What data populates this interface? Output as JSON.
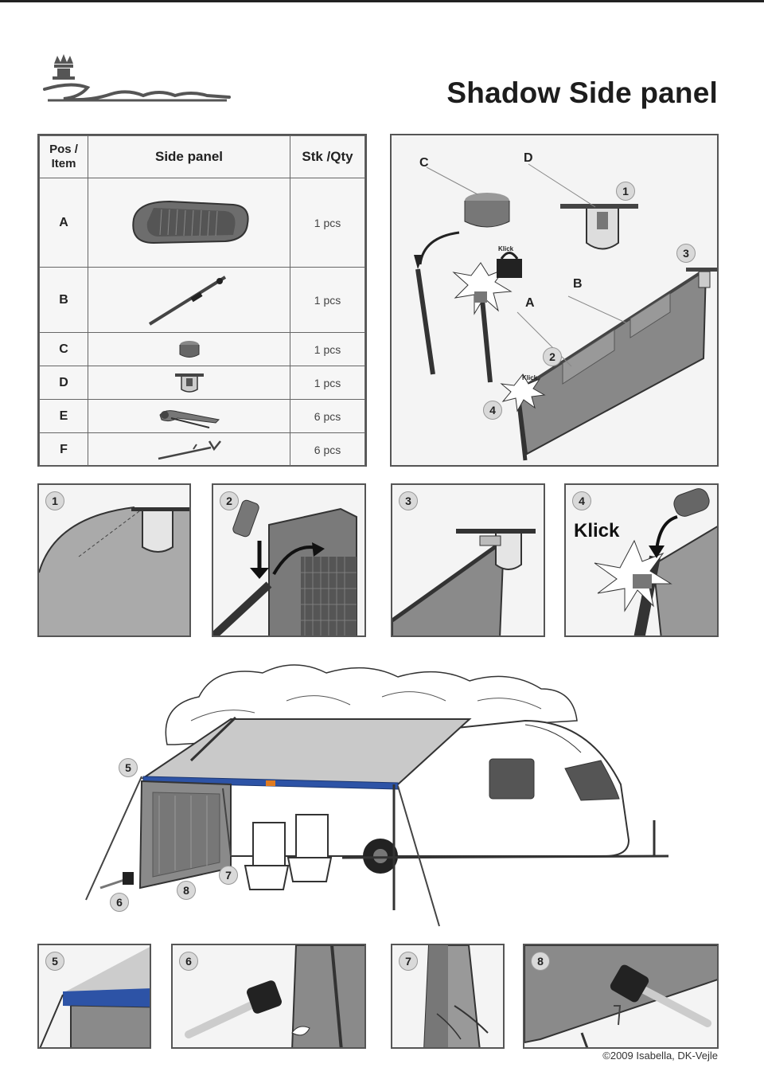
{
  "header": {
    "brand": "Isabella",
    "title": "Shadow Side panel"
  },
  "parts_table": {
    "headers": {
      "pos_line1": "Pos /",
      "pos_line2": "Item",
      "panel": "Side panel",
      "qty": "Stk /Qty"
    },
    "rows": [
      {
        "item": "A",
        "qty": "1 pcs",
        "icon": "bag-icon"
      },
      {
        "item": "B",
        "qty": "1 pcs",
        "icon": "pole-icon"
      },
      {
        "item": "C",
        "qty": "1 pcs",
        "icon": "cap-icon"
      },
      {
        "item": "D",
        "qty": "1 pcs",
        "icon": "clamp-icon"
      },
      {
        "item": "E",
        "qty": "6 pcs",
        "icon": "clip-icon"
      },
      {
        "item": "F",
        "qty": "6 pcs",
        "icon": "peg-icon"
      }
    ]
  },
  "overview": {
    "labels": {
      "c": "C",
      "d": "D",
      "a": "A",
      "b": "B"
    },
    "steps": [
      "1",
      "2",
      "3",
      "4"
    ],
    "klick": "Klick",
    "klick_small": "Klick"
  },
  "detail_steps": [
    "1",
    "2",
    "3",
    "4"
  ],
  "detail_klick": "Klick",
  "scene_steps": [
    "5",
    "6",
    "7",
    "8"
  ],
  "bottom_steps": [
    "5",
    "6",
    "7",
    "8"
  ],
  "footer": {
    "copyright": "©2009 Isabella, DK-Vejle"
  }
}
